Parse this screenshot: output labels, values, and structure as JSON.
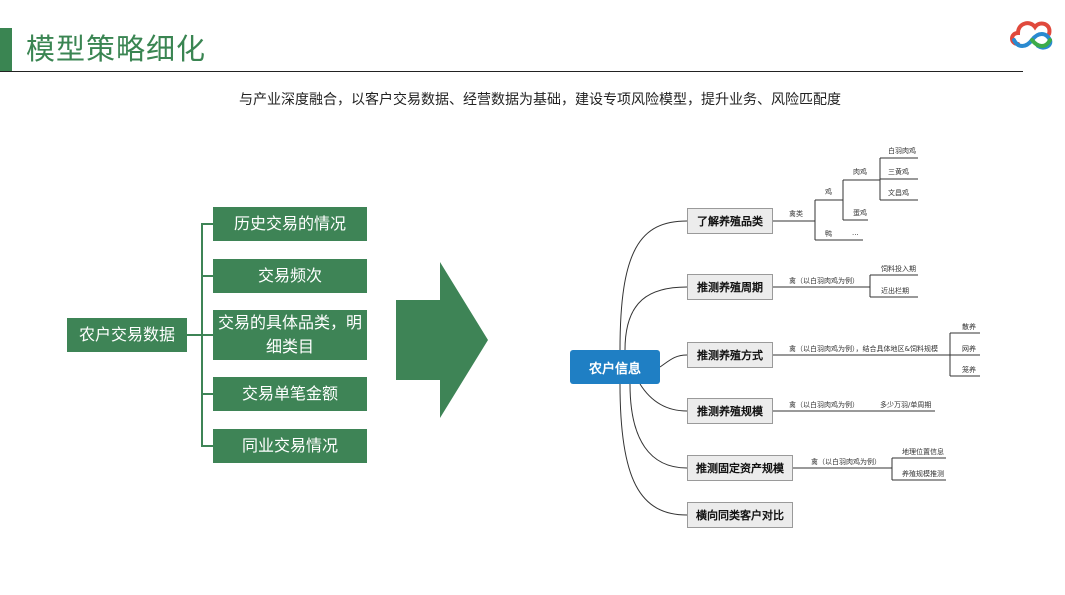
{
  "header": {
    "title": "模型策略细化",
    "logo_icon": "cloud-logo-icon",
    "accent_color": "#3a8552"
  },
  "subtitle": "与产业深度融合，以客户交易数据、经营数据为基础，建设专项风险模型，提升业务、风险匹配度",
  "left_diagram": {
    "center": "农户交易数据",
    "items": [
      "历史交易的情况",
      "交易频次",
      "交易的具体品类，明细类目",
      "交易单笔金额",
      "同业交易情况"
    ],
    "color": "#3e8456"
  },
  "arrow_icon": "right-arrow-icon",
  "mind_map": {
    "root": "农户信息",
    "root_color": "#1f7fc4",
    "branches": [
      "了解养殖品类",
      "推测养殖周期",
      "推测养殖方式",
      "推测养殖规模",
      "推测固定资产规模",
      "横向同类客户对比"
    ],
    "leaves": {
      "category": "禽类",
      "chicken": "鸡",
      "duck": "鸭",
      "ellipsis": "...",
      "meat_chicken": "肉鸡",
      "egg_chicken": "蛋鸡",
      "white_feather": "白羽肉鸡",
      "sanhuang": "三黄鸡",
      "wenchang": "文昌鸡",
      "cycle_prefix": "禽（以白羽肉鸡为例）",
      "cycle_feed": "饲料投入期",
      "cycle_out": "近出栏期",
      "method_prefix": "禽（以白羽肉鸡为例），结合具体地区&饲料规模",
      "method_free": "散养",
      "method_net": "网养",
      "method_cage": "笼养",
      "scale_prefix": "禽（以白羽肉鸡为例）",
      "scale_value": "多少万羽/单周期",
      "asset_prefix": "禽（以白羽肉鸡为例）",
      "asset_location": "地理位置信息",
      "asset_scale": "养殖规模推测"
    }
  }
}
